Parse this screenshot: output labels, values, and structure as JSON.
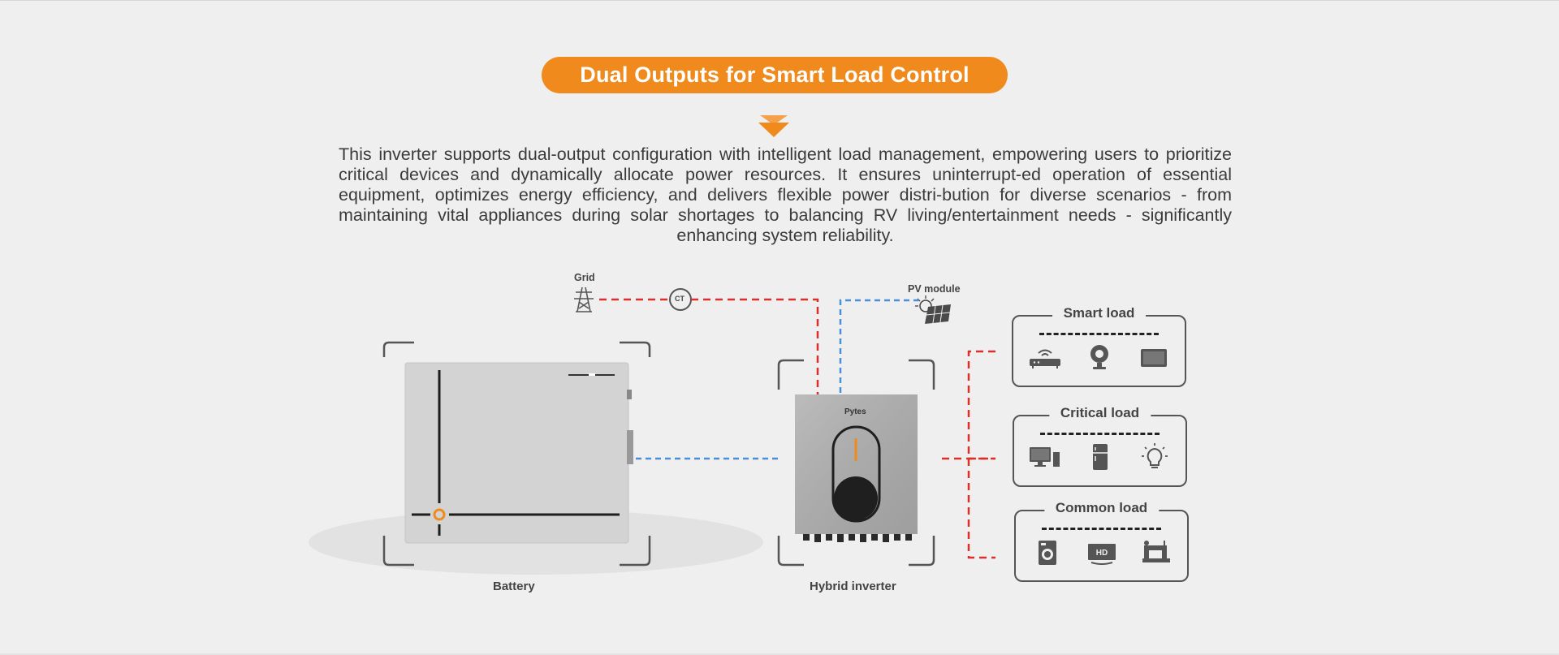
{
  "header": {
    "title": "Dual Outputs for Smart Load Control",
    "description": "This inverter supports dual-output configuration with intelligent load management, empowering users to prioritize critical devices and dynamically allocate power resources. It ensures uninterrupt-ed operation of essential equipment, optimizes energy efficiency, and delivers flexible power distri-bution for diverse scenarios - from maintaining vital appliances during solar shortages to balancing RV living/entertainment needs - significantly enhancing system reliability."
  },
  "diagram": {
    "grid_label": "Grid",
    "ct_label": "CT",
    "pv_label": "PV module",
    "battery_label": "Battery",
    "inverter_label": "Hybrid inverter",
    "inverter_brand": "Pytes",
    "loads": [
      {
        "title": "Smart load",
        "icons": [
          "router-icon",
          "webcam-icon",
          "tablet-icon"
        ]
      },
      {
        "title": "Critical load",
        "icons": [
          "computer-icon",
          "fridge-icon",
          "light-bulb-icon"
        ]
      },
      {
        "title": "Common load",
        "icons": [
          "washing-machine-icon",
          "tv-icon",
          "sewing-machine-icon"
        ]
      }
    ],
    "colors": {
      "accent": "#f08a1c",
      "ac_line": "#d9302a",
      "dc_line": "#4a90d9",
      "bracket": "#555555",
      "battery_body": "#d3d3d3",
      "inverter_body": "#a9a9a9"
    }
  }
}
